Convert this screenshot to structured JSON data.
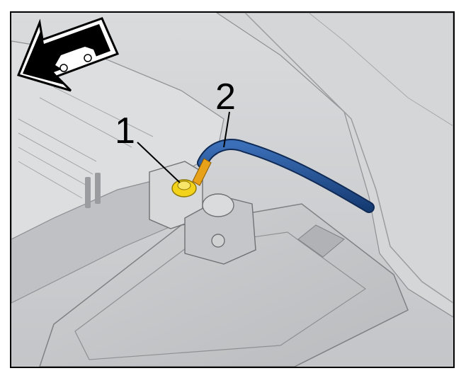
{
  "callouts": [
    {
      "number": "1",
      "part": "bolt"
    },
    {
      "number": "2",
      "part": "cable"
    }
  ],
  "icons": {
    "direction": "arrow-car-icon"
  },
  "colors": {
    "bolt": "#f2d21a",
    "cable": "#1f4f95",
    "terminal": "#e8a21a",
    "panel": "#c9cbce"
  }
}
